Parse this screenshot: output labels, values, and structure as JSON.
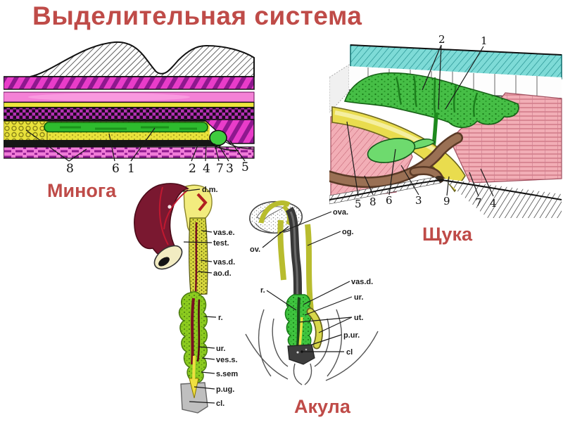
{
  "slide": {
    "title": "Выделительная система",
    "accent_color": "#bf4b48",
    "background_color": "#ffffff"
  },
  "figures": {
    "lamprey": {
      "caption": "Минога",
      "callout_numbers": [
        "8",
        "6",
        "1",
        "2",
        "4",
        "7",
        "3",
        "5"
      ]
    },
    "pike": {
      "caption": "Щука",
      "callout_numbers_top": [
        "2",
        "1"
      ],
      "callout_numbers_bottom": [
        "5",
        "8",
        "6",
        "3",
        "9",
        "7",
        "4"
      ]
    },
    "shark_male": {
      "labels": [
        "d.m.",
        "vas.e.",
        "test.",
        "vas.d.",
        "ao.d.",
        "r.",
        "ur.",
        "ves.s.",
        "s.sem",
        "p.ug.",
        "cl."
      ]
    },
    "shark_female": {
      "caption": "Акула",
      "labels": [
        "ova.",
        "og.",
        "ov.",
        "r.",
        "vas.d.",
        "ur.",
        "ut.",
        "p.ur.",
        "cl"
      ]
    }
  },
  "palette": {
    "magenta_band": "#e93cc9",
    "stripe_dark": "#8e188e",
    "pink_band": "#f481d6",
    "yellow_band": "#ede73c",
    "checker_purple": "#b42fb4",
    "green_duct": "#2ebb2e",
    "cyan_skin": "#7edbd7",
    "kidney_green": "#46be46",
    "muscle_pink": "#f2aeb6",
    "swim_bladder_yellow": "#e9dc4e",
    "bladder_green": "#6eda6e",
    "intestine_brown": "#9a7054",
    "organ_maroon": "#7a1830",
    "testis_yellow": "#ede84a",
    "kidney_olive": "#8ccb1f",
    "cloaca_gray": "#bfbfbf",
    "ovary_olive": "#b8bc2e",
    "kidney_bright_green": "#3fc43f"
  }
}
